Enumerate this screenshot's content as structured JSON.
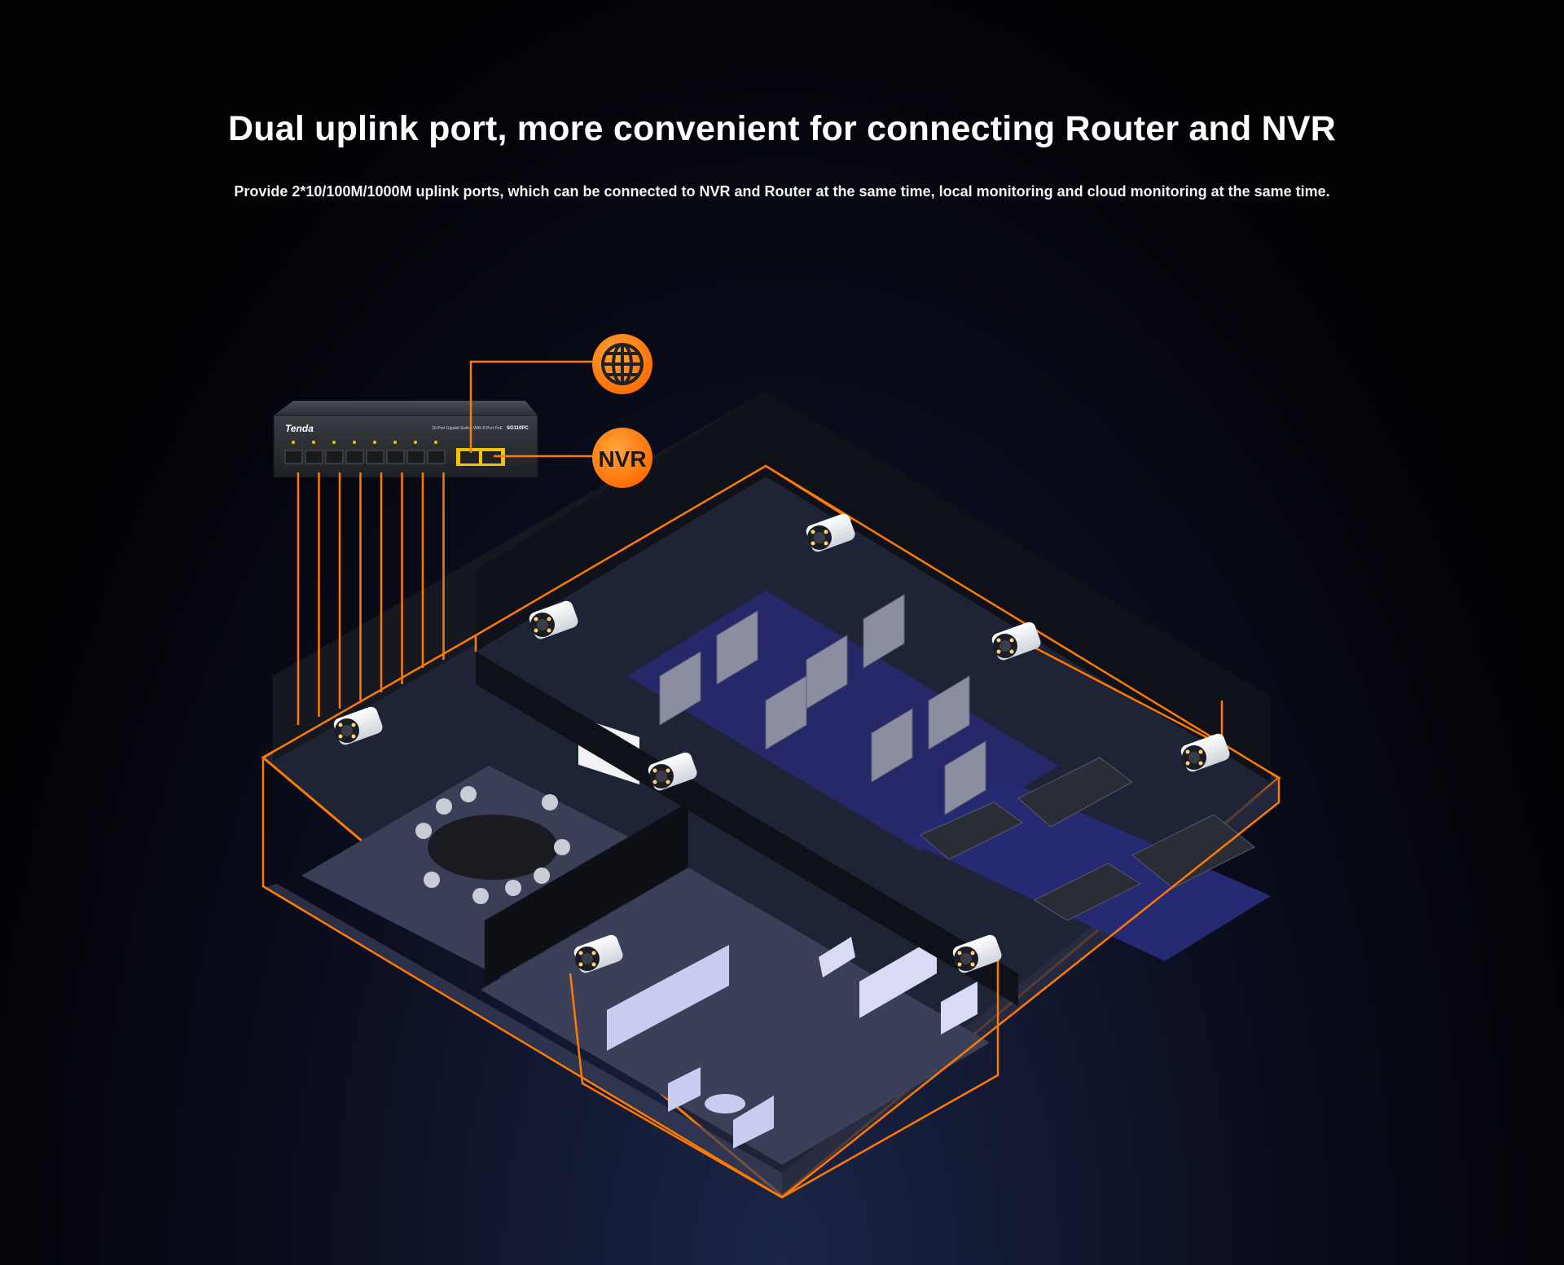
{
  "header": {
    "title": "Dual uplink port, more convenient for connecting Router and NVR",
    "subtitle": "Provide 2*10/100M/1000M uplink ports, which can be connected to NVR and Router at the same time, local monitoring and cloud monitoring at the same time."
  },
  "switch": {
    "brand": "Tenda",
    "description": "10-Port Gigabit Switch With 8-Port PoE",
    "model": "SG110PC"
  },
  "endpoints": {
    "nvr_label": "NVR"
  },
  "colors": {
    "accent": "#ff7a00",
    "background": "#020205",
    "floor": "#262b40",
    "wall": "#12151f"
  },
  "icons": [
    "globe-icon",
    "nvr-badge",
    "camera-icon"
  ]
}
